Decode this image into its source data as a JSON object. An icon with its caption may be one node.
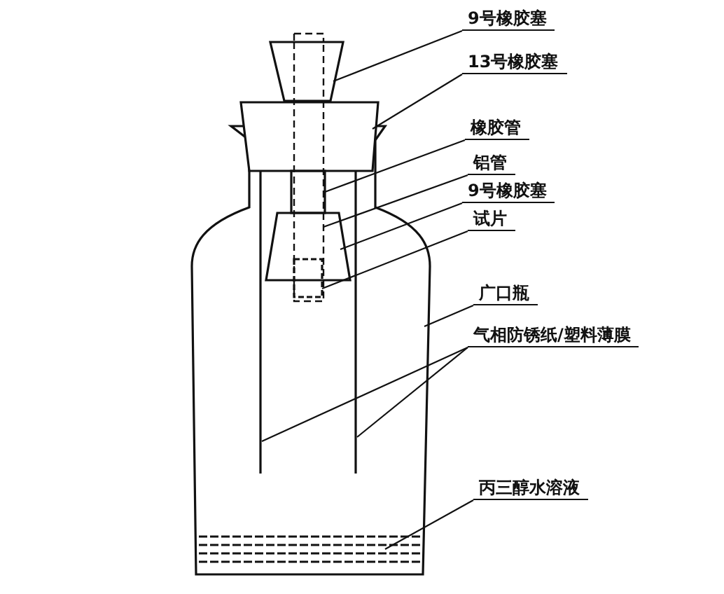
{
  "diagram": {
    "nodes": [
      {
        "text": [
          "9号橡胶塞"
        ]
      },
      {
        "text": [
          "13号橡胶塞"
        ]
      },
      {
        "text": [
          "橡胶管"
        ]
      },
      {
        "text": [
          "铝管"
        ]
      },
      {
        "text": [
          "9号橡胶塞"
        ]
      },
      {
        "text": [
          "试片"
        ]
      },
      {
        "text": [
          "广口瓶"
        ]
      },
      {
        "text": [
          "气相防锈纸/塑料薄膜"
        ]
      },
      {
        "text": [
          "丙三醇水溶液"
        ]
      },
      {
        "text": [],
        "shape": "stopper"
      },
      {
        "text": [],
        "shape": "stopper"
      },
      {
        "text": [],
        "shape": "tube"
      },
      {
        "text": [],
        "shape": "tube"
      },
      {
        "text": [],
        "shape": "stopper",
        "in": 15
      },
      {
        "text": [],
        "shape": "strip"
      },
      {
        "text": [],
        "shape": "bottle"
      },
      {
        "text": [],
        "shape": "sheet",
        "in": 15
      },
      {
        "text": [],
        "shape": "sheet",
        "in": 15
      },
      {
        "text": [],
        "shape": "liquid",
        "in": 15
      }
    ],
    "edges": [
      {
        "from": 0,
        "to": 9,
        "arrow": "none"
      },
      {
        "from": 1,
        "to": 10,
        "arrow": "none"
      },
      {
        "from": 2,
        "to": 11,
        "arrow": "none"
      },
      {
        "from": 3,
        "to": 12,
        "arrow": "none"
      },
      {
        "from": 4,
        "to": 13,
        "arrow": "none"
      },
      {
        "from": 5,
        "to": 14,
        "arrow": "none"
      },
      {
        "from": 6,
        "to": 15,
        "arrow": "none"
      },
      {
        "from": 7,
        "to": 16,
        "arrow": "none"
      },
      {
        "from": 7,
        "to": 17,
        "arrow": "none"
      },
      {
        "from": 8,
        "to": 18,
        "arrow": "none"
      }
    ]
  }
}
